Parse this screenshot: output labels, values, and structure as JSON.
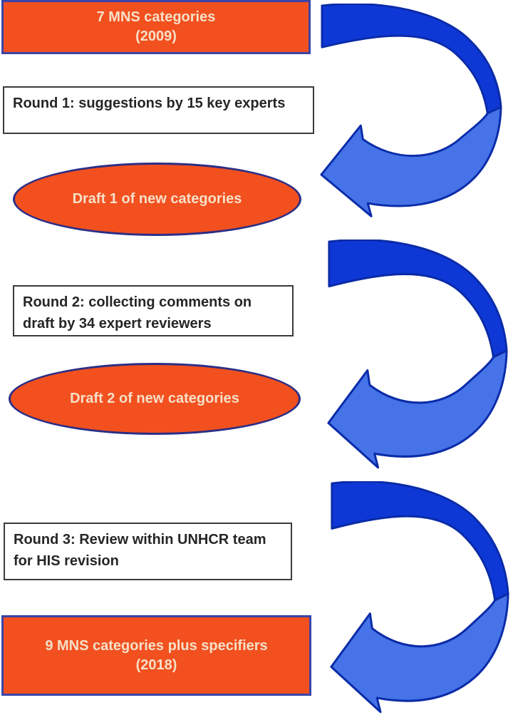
{
  "colors": {
    "background": "#ffffff",
    "orange_fill": "#F2501F",
    "orange_rect_border": "#3A44A8",
    "ellipse_border": "#2B2E86",
    "white_box_border": "#3b3b3b",
    "white_box_text": "#262626",
    "orange_shape_text": "#F7E0C8",
    "arrow_dark": "#0E38D6",
    "arrow_light": "#4673E8",
    "arrow_outline": "#0A2BA8"
  },
  "nodes": {
    "start": {
      "line1": "7 MNS categories",
      "line2": "(2009)"
    },
    "round1": {
      "line1": "Round 1: suggestions by 15 key experts"
    },
    "draft1": {
      "label": "Draft 1 of new categories"
    },
    "round2": {
      "line1": "Round 2: collecting comments on",
      "line2": "draft by 34 expert reviewers"
    },
    "draft2": {
      "label": "Draft 2 of new categories"
    },
    "round3": {
      "line1": "Round 3: Review within UNHCR team",
      "line2": "for HIS revision"
    },
    "end": {
      "line1": "9 MNS categories plus specifiers",
      "line2": "(2018)"
    }
  },
  "arrows": [
    {
      "name": "curved-arrow-1",
      "from": "start",
      "to": "draft1",
      "shape": "u-turn right, pointing left"
    },
    {
      "name": "curved-arrow-2",
      "from": "draft1",
      "to": "draft2",
      "shape": "u-turn right, pointing left"
    },
    {
      "name": "curved-arrow-3",
      "from": "draft2",
      "to": "end",
      "shape": "u-turn right, pointing left"
    }
  ]
}
